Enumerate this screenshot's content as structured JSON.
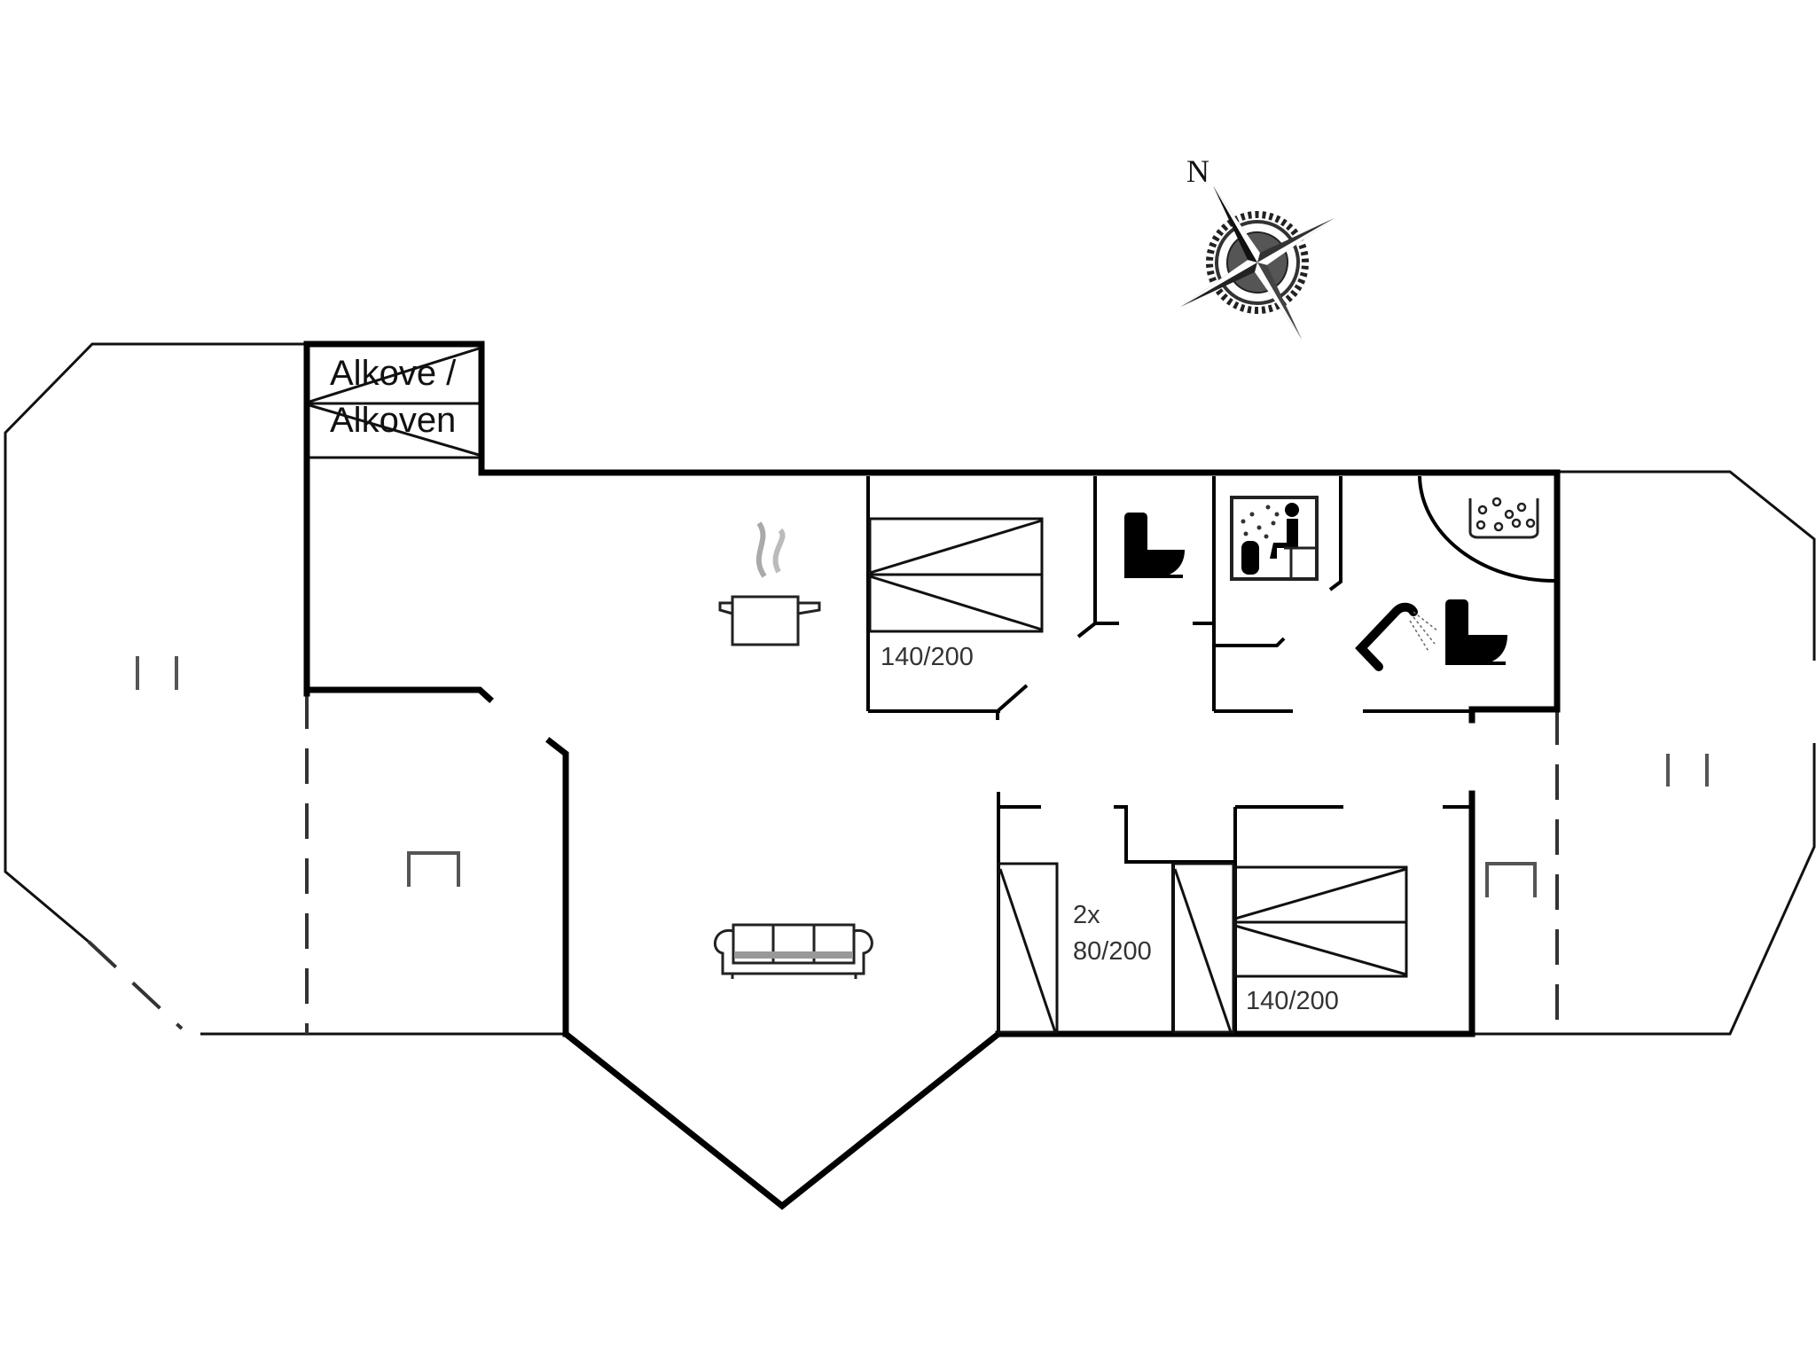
{
  "diagram": {
    "type": "floor-plan",
    "compass": {
      "label": "N"
    },
    "alcove": {
      "line1": "Alkove /",
      "line2": "Alkoven"
    },
    "rooms": [
      {
        "id": "bedroom-1",
        "bed_label": "140/200"
      },
      {
        "id": "bedroom-2",
        "bed_label_line1": "2x",
        "bed_label_line2": "80/200"
      },
      {
        "id": "bedroom-3",
        "bed_label": "140/200"
      }
    ],
    "icons": [
      "compass-rose-icon",
      "cooking-pot-icon",
      "sofa-icon",
      "toilet-icon",
      "sauna-icon",
      "whirlpool-spa-icon",
      "shower-icon"
    ],
    "colors": {
      "walls": "#000000",
      "background": "#ffffff",
      "marker": "#555555"
    }
  }
}
